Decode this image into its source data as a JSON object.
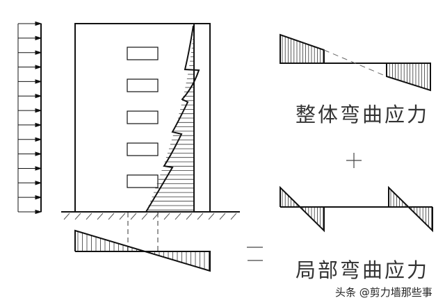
{
  "labels": {
    "global_bending": "整体弯曲应力",
    "local_bending": "局部弯曲应力",
    "plus": "+",
    "equals": "="
  },
  "watermark": "头条 @剪力墙那些事",
  "colors": {
    "line": "#111111",
    "text": "#333333"
  },
  "load_arrow_count": 14,
  "window_count": 5
}
